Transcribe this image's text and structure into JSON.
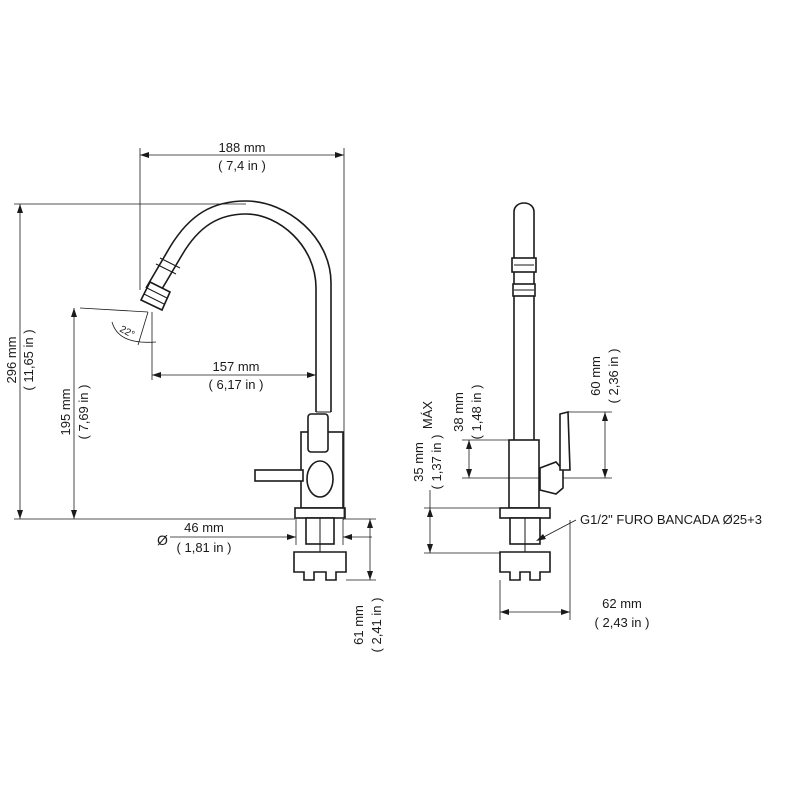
{
  "dimensions": {
    "width_overall": {
      "mm": "188 mm",
      "inch": "( 7,4 in )"
    },
    "reach": {
      "mm": "157 mm",
      "inch": "( 6,17 in )"
    },
    "height_overall": {
      "mm": "296 mm",
      "inch": "( 11,65 in )"
    },
    "spout_height": {
      "mm": "195 mm",
      "inch": "( 7,69 in )"
    },
    "base_diameter": {
      "symbol": "Ø",
      "mm": "46 mm",
      "inch": "( 1,81 in )"
    },
    "below_deck": {
      "mm": "61 mm",
      "inch": "( 2,41 in )"
    },
    "spray_angle": {
      "label": "22°"
    },
    "handle_height": {
      "mm": "60 mm",
      "inch": "( 2,36 in )"
    },
    "handle_offset": {
      "mm": "38 mm",
      "inch": "( 1,48 in )"
    },
    "deck_thickness": {
      "mm": "35 mm",
      "note": "MÁX",
      "inch": "( 1,37 in )"
    },
    "base_width": {
      "mm": "62 mm",
      "inch": "( 2,43 in )"
    },
    "connection": {
      "label": "G1/2\"  FURO BANCADA Ø25+3"
    }
  }
}
